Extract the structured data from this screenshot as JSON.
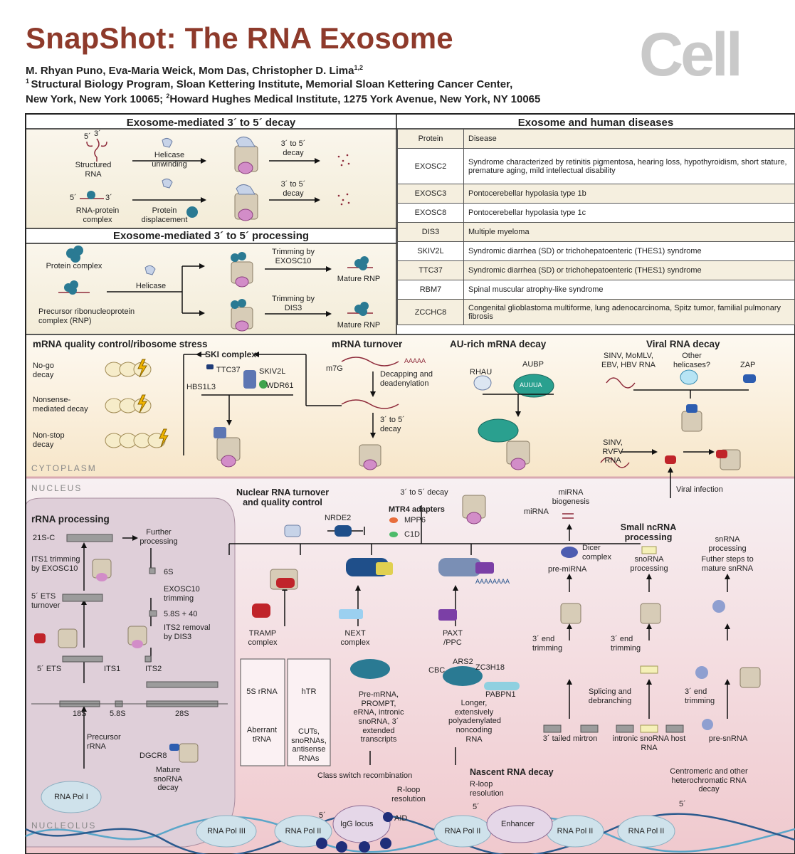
{
  "header": {
    "title": "SnapShot: The RNA Exosome",
    "logo": "Cell",
    "authors": "M. Rhyan Puno, Eva-Maria Weick, Mom Das, Christopher D. Lima",
    "affil1": "Structural Biology Program, Sloan Kettering Institute, Memorial Sloan Kettering Cancer Center,",
    "affil2a": "New York, New York 10065;",
    "affil2b": "Howard Hughes Medical Institute, 1275 York Avenue, New York, NY 10065"
  },
  "decay": {
    "title": "Exosome-mediated 3´ to 5´ decay",
    "structured_rna": "Structured RNA",
    "helicase_unwinding": "Helicase unwinding",
    "rna_protein": "RNA-protein complex",
    "protein_displacement": "Protein displacement",
    "decay_label": "3´ to 5´ decay",
    "five": "5´",
    "three": "3´"
  },
  "processing": {
    "title": "Exosome-mediated 3´ to 5´ processing",
    "protein_complex": "Protein complex",
    "helicase": "Helicase",
    "precursor": "Precursor ribonucleoprotein complex (RNP)",
    "trim_exosc10": "Trimming by EXOSC10",
    "trim_dis3": "Trimming by DIS3",
    "mature_rnp": "Mature RNP"
  },
  "diseases": {
    "title": "Exosome and human diseases",
    "col_protein": "Protein",
    "col_disease": "Disease",
    "rows": [
      {
        "protein": "EXOSC2",
        "disease": "Syndrome characterized by retinitis pigmentosa, hearing loss, hypothyroidism, short stature, premature aging, mild intellectual disability"
      },
      {
        "protein": "EXOSC3",
        "disease": "Pontocerebellar hypolasia type 1b"
      },
      {
        "protein": "EXOSC8",
        "disease": "Pontocerebellar hypolasia type 1c"
      },
      {
        "protein": "DIS3",
        "disease": "Multiple myeloma"
      },
      {
        "protein": "SKIV2L",
        "disease": "Syndromic diarrhea (SD) or trichohepatoenteric (THES1) syndrome"
      },
      {
        "protein": "TTC37",
        "disease": "Syndromic diarrhea (SD) or trichohepatoenteric (THES1) syndrome"
      },
      {
        "protein": "RBM7",
        "disease": "Spinal muscular atrophy-like syndrome"
      },
      {
        "protein": "ZCCHC8",
        "disease": "Congenital glioblastoma multiforme, lung adenocarcinoma, Spitz tumor, familial pulmonary fibrosis"
      }
    ]
  },
  "cytoplasm": {
    "mrna_qc": "mRNA quality control/ribosome stress",
    "no_go": "No-go decay",
    "nmd": "Nonsense-mediated decay",
    "non_stop": "Non-stop decay",
    "ski": "SKI complex",
    "ttc37": "TTC37",
    "skiv2l": "SKIV2L",
    "hbs1l3": "HBS1L3",
    "wdr61": "WDR61",
    "turnover": "mRNA turnover",
    "m7g": "m7G",
    "aaaaa": "AAAAA",
    "decapping": "Decapping and deadenylation",
    "decay35": "3´ to 5´ decay",
    "au_rich": "AU-rich mRNA decay",
    "rhau": "RHAU",
    "aubp": "AUBP",
    "auuua": "AUUUA",
    "viral": "Viral RNA decay",
    "sinv_list": "SINV, MoMLV, EBV, HBV RNA",
    "other_helicases": "Other helicases?",
    "zap": "ZAP",
    "sinv_rvfv": "SINV, RVFV RNA",
    "label": "CYTOPLASM"
  },
  "nucleus": {
    "label": "NUCLEUS",
    "nucleolus": "NUCLEOLUS",
    "rrna": "rRNA processing",
    "s21c": "21S-C",
    "further": "Further processing",
    "its1_trim": "ITS1 trimming by EXOSC10",
    "s6": "6S",
    "exosc10_trim": "EXOSC10 trimming",
    "ets_turnover": "5´ ETS turnover",
    "s58_40": "5.8S + 40",
    "its2_removal": "ITS2 removal by DIS3",
    "ets5": "5´ ETS",
    "its1": "ITS1",
    "its2": "ITS2",
    "s18": "18S",
    "s58": "5.8S",
    "s28": "28S",
    "precursor_rrna": "Precursor rRNA",
    "dgcr8": "DGCR8",
    "mature_sno": "Mature snoRNA decay",
    "pol1": "RNA Pol I",
    "pol3": "RNA Pol III",
    "pol2": "RNA Pol II",
    "turnover_qc": "Nuclear RNA turnover and quality control",
    "decay35": "3´ to 5´ decay",
    "mtr4": "MTR4 adapters",
    "mpp6": "MPP6",
    "c1d": "C1D",
    "nrde2": "NRDE2",
    "tramp": "TRAMP complex",
    "next": "NEXT complex",
    "paxt": "PAXT /PPC",
    "s5": "5S rRNA",
    "aberrant": "Aberrant tRNA",
    "htr": "hTR",
    "cuts": "CUTs, snoRNAs, antisense RNAs",
    "premrna": "Pre-mRNA, PROMPT, eRNA, intronic snoRNA, 3´ extended transcripts",
    "cbc": "CBC",
    "ars2": "ARS2",
    "zc3h18": "ZC3H18",
    "pabpn1": "PABPN1",
    "longer": "Longer, extensively polyadenylated noncoding RNA",
    "aaaaaaaa": "AAAAAAAA",
    "class_switch": "Class switch recombination",
    "rloop": "R-loop resolution",
    "igg": "IgG locus",
    "aid": "AID",
    "nascent": "Nascent RNA decay",
    "enhancer": "Enhancer",
    "mirna_bio": "miRNA biogenesis",
    "mirna": "miRNA",
    "dicer": "Dicer complex",
    "pre_mirna": "pre-miRNA",
    "end_trim": "3´ end trimming",
    "tailed": "3´ tailed mirtron",
    "small_nc": "Small ncRNA processing",
    "snorna_proc": "snoRNA processing",
    "splicing": "Splicing and debranching",
    "intronic_host": "intronic snoRNA host RNA",
    "snrna_proc": "snRNA processing",
    "futher_steps": "Futher steps to mature snRNA",
    "pre_snrna": "pre-snRNA",
    "centromeric": "Centromeric and other heterochromatic RNA decay",
    "viral_infection": "Viral infection",
    "five": "5´"
  },
  "colors": {
    "title": "#8e3a2b",
    "cyto_bg": "#fbf2e2",
    "nucleus_bg": "#f6dde0",
    "nucleolus_bg": "#dccad5",
    "exo_ring": "#e8d5a8",
    "dis3": "#c75bb0",
    "helicase": "#c7d3e8",
    "red": "#c0242a",
    "teal": "#2a7a93"
  }
}
